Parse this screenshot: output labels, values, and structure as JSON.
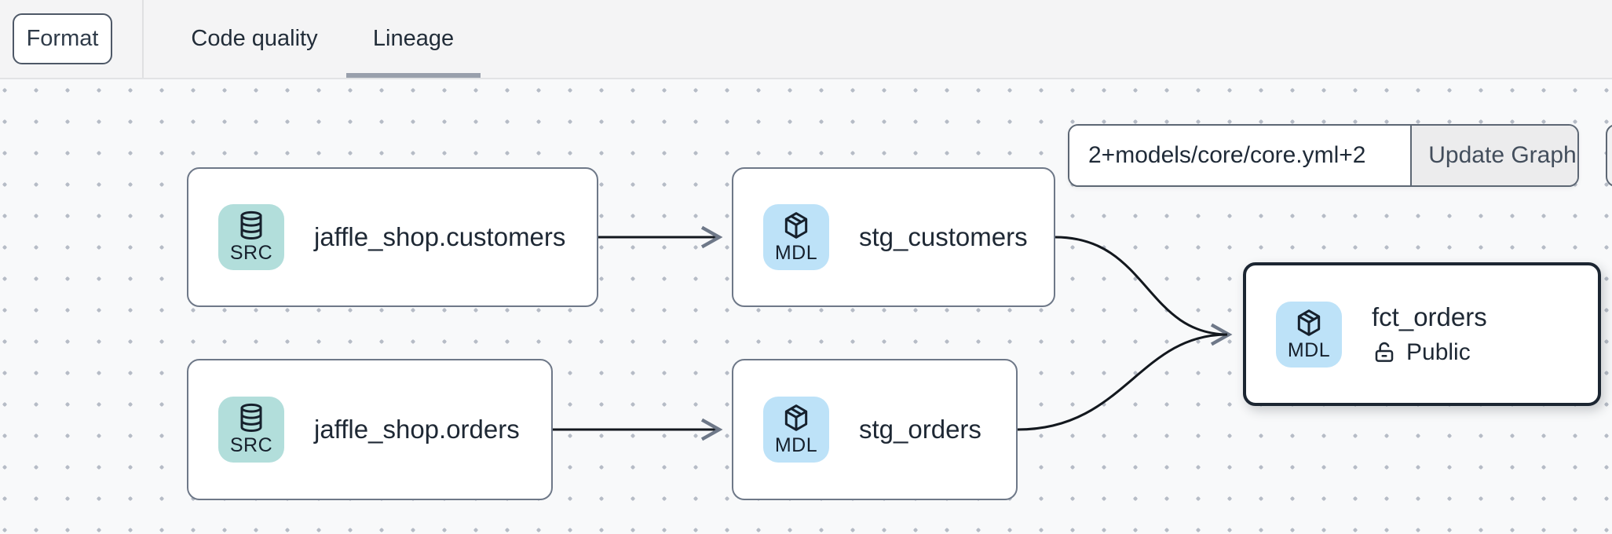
{
  "toolbar": {
    "format_label": "Format"
  },
  "tabs": [
    {
      "label": "Code quality",
      "active": false
    },
    {
      "label": "Lineage",
      "active": true
    }
  ],
  "graph_controls": {
    "selector_value": "2+models/core/core.yml+2",
    "update_button_label": "Update Graph"
  },
  "canvas": {
    "nodes": [
      {
        "badge": "SRC",
        "icon": "database-icon",
        "label": "jaffle_shop.customers"
      },
      {
        "badge": "MDL",
        "icon": "box-icon",
        "label": "stg_customers"
      },
      {
        "badge": "SRC",
        "icon": "database-icon",
        "label": "jaffle_shop.orders"
      },
      {
        "badge": "MDL",
        "icon": "box-icon",
        "label": "stg_orders"
      },
      {
        "badge": "MDL",
        "icon": "box-icon",
        "label": "fct_orders",
        "access": "Public",
        "selected": true
      }
    ],
    "edges": [
      {
        "from": "jaffle_shop.customers",
        "to": "stg_customers"
      },
      {
        "from": "jaffle_shop.orders",
        "to": "stg_orders"
      },
      {
        "from": "stg_customers",
        "to": "fct_orders"
      },
      {
        "from": "stg_orders",
        "to": "fct_orders"
      }
    ]
  },
  "colors": {
    "src_badge": "#b2dedb",
    "mdl_badge": "#bde2f8",
    "node_border": "#6e7888",
    "selected_border": "#1c2632",
    "edge": "#13181e",
    "text": "#1e2834",
    "topbar_bg": "#f4f4f5",
    "canvas_bg": "#f8f9fa",
    "tab_underline": "#99a0ac"
  }
}
